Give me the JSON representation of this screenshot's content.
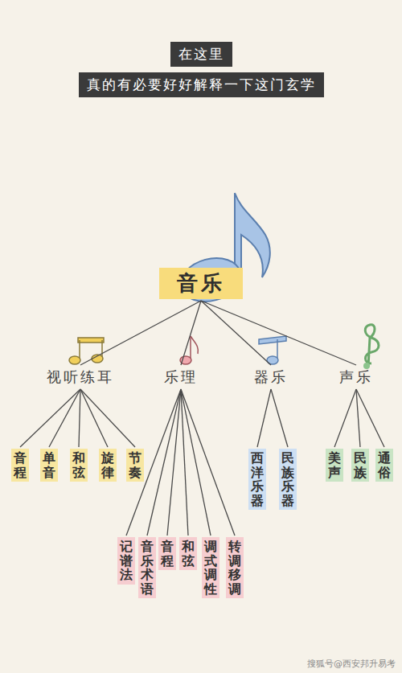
{
  "diagram": {
    "title": "在这里",
    "nodes": [
      {
        "text": [
          "音乐"
        ]
      },
      {
        "text": [
          "视听练耳"
        ]
      },
      {
        "text": [
          "乐理"
        ]
      },
      {
        "text": [
          "器乐"
        ]
      },
      {
        "text": [
          "声乐"
        ]
      },
      {
        "text": [
          "音程"
        ]
      },
      {
        "text": [
          "单音"
        ]
      },
      {
        "text": [
          "和弦"
        ]
      },
      {
        "text": [
          "旋律"
        ]
      },
      {
        "text": [
          "节奏"
        ]
      },
      {
        "text": [
          "记谱法"
        ]
      },
      {
        "text": [
          "音乐术语"
        ]
      },
      {
        "text": [
          "音程"
        ]
      },
      {
        "text": [
          "和弦"
        ]
      },
      {
        "text": [
          "调式调性"
        ]
      },
      {
        "text": [
          "转调移调"
        ]
      },
      {
        "text": [
          "西洋乐器"
        ]
      },
      {
        "text": [
          "民族乐器"
        ]
      },
      {
        "text": [
          "美声"
        ]
      },
      {
        "text": [
          "民族"
        ]
      },
      {
        "text": [
          "通俗"
        ]
      }
    ],
    "edges": [
      {
        "from": 0,
        "to": 1,
        "arrow": "none"
      },
      {
        "from": 0,
        "to": 2,
        "arrow": "none"
      },
      {
        "from": 0,
        "to": 3,
        "arrow": "none"
      },
      {
        "from": 0,
        "to": 4,
        "arrow": "none"
      },
      {
        "from": 1,
        "to": 5,
        "arrow": "none"
      },
      {
        "from": 1,
        "to": 6,
        "arrow": "none"
      },
      {
        "from": 1,
        "to": 7,
        "arrow": "none"
      },
      {
        "from": 1,
        "to": 8,
        "arrow": "none"
      },
      {
        "from": 1,
        "to": 9,
        "arrow": "none"
      },
      {
        "from": 2,
        "to": 10,
        "arrow": "none"
      },
      {
        "from": 2,
        "to": 11,
        "arrow": "none"
      },
      {
        "from": 2,
        "to": 12,
        "arrow": "none"
      },
      {
        "from": 2,
        "to": 13,
        "arrow": "none"
      },
      {
        "from": 2,
        "to": 14,
        "arrow": "none"
      },
      {
        "from": 2,
        "to": 15,
        "arrow": "none"
      },
      {
        "from": 3,
        "to": 16,
        "arrow": "none"
      },
      {
        "from": 3,
        "to": 17,
        "arrow": "none"
      },
      {
        "from": 4,
        "to": 18,
        "arrow": "none"
      },
      {
        "from": 4,
        "to": 19,
        "arrow": "none"
      },
      {
        "from": 4,
        "to": 20,
        "arrow": "none"
      }
    ],
    "labels": [
      "真的有必要好好解释一下这门玄学",
      "搜狐号@西安邦升易考"
    ]
  }
}
